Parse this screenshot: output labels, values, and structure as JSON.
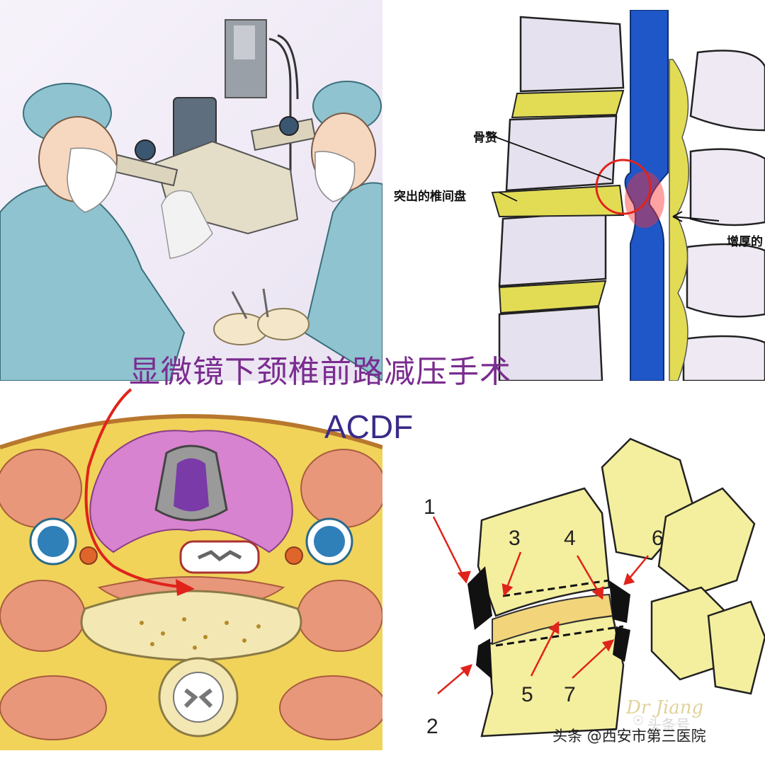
{
  "title": {
    "chinese": "显微镜下颈椎前路减压手术",
    "english": "ACDF"
  },
  "spine_labels": {
    "bone_spur": "骨赘",
    "herniated_disc": "突出的椎间盘",
    "thickened": "增厚的"
  },
  "vertebra_numbers": [
    "1",
    "2",
    "3",
    "4",
    "5",
    "6",
    "7"
  ],
  "watermark": {
    "signature": "Dr Jiang",
    "faint_text": "头条号"
  },
  "source": "头条 @西安市第三医院",
  "colors": {
    "title": "#7a2c8f",
    "acdf": "#3a2b88",
    "arrow": "#e0231b",
    "spinal_cord": "#1f57c8",
    "disc": "#d9d24a"
  }
}
